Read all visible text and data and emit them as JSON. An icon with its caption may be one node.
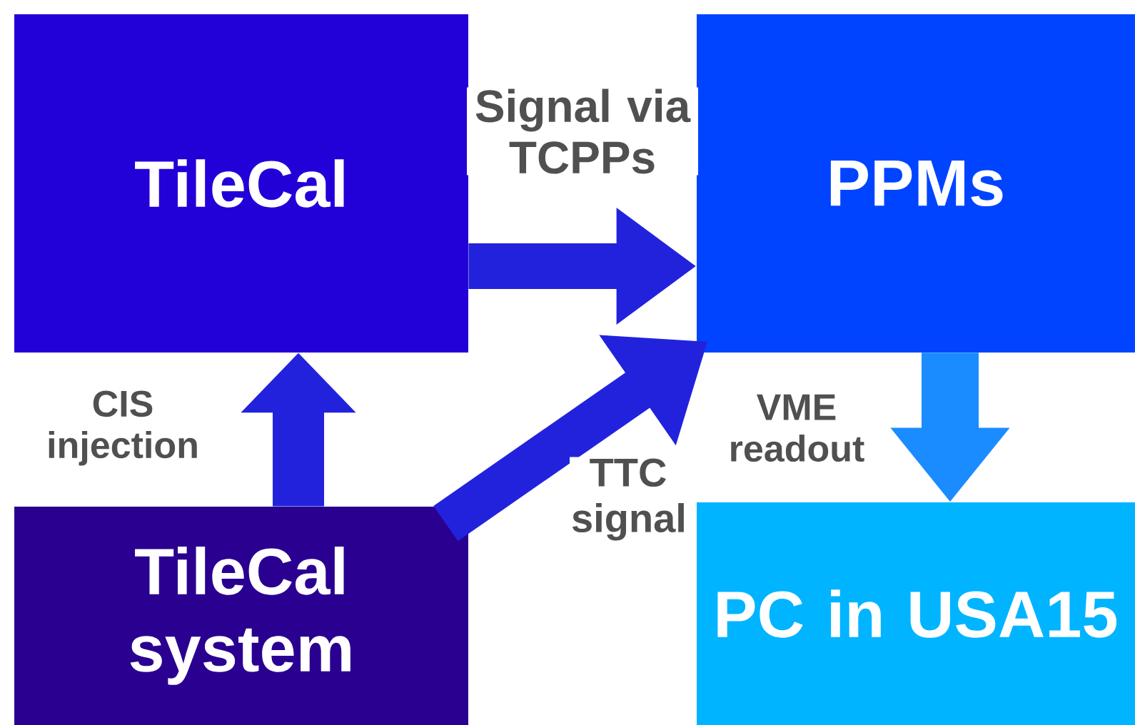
{
  "diagram": {
    "nodes": [
      {
        "text": [
          "TileCal"
        ]
      },
      {
        "text": [
          "PPMs"
        ]
      },
      {
        "text": [
          "TileCal system"
        ]
      },
      {
        "text": [
          "PC in USA15"
        ]
      }
    ],
    "edges": [
      {
        "from": 0,
        "to": 1,
        "arrow": "to",
        "label": "Signal via TCPPs"
      },
      {
        "from": 2,
        "to": 0,
        "arrow": "to",
        "label": "CIS injection"
      },
      {
        "from": 2,
        "to": 1,
        "arrow": "to",
        "label": "TTC signal"
      },
      {
        "from": 1,
        "to": 3,
        "arrow": "to",
        "label": "VME readout",
        "color": "#1a8cff"
      }
    ]
  }
}
